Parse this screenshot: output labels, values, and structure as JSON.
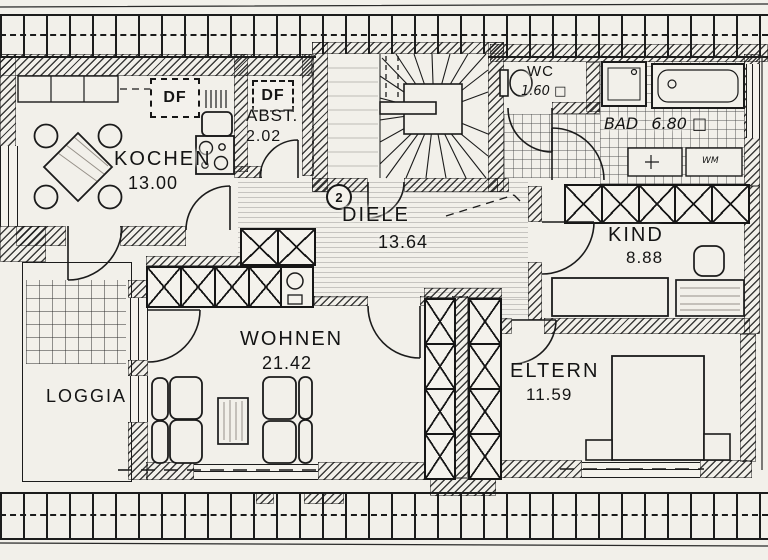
{
  "palette": {
    "paper": "#f2f0ea",
    "ink": "#1b1b1b"
  },
  "rooms": {
    "kochen": {
      "name": "KOCHEN",
      "area": "13.00"
    },
    "abst": {
      "name": "ABST.",
      "area": "2.02"
    },
    "wc": {
      "name": "WC",
      "area": "1.60 □"
    },
    "bad": {
      "name": "BAD",
      "area": "6.80 □"
    },
    "diele": {
      "name": "DIELE",
      "area": "13.64"
    },
    "kind": {
      "name": "KIND",
      "area": "8.88"
    },
    "wohnen": {
      "name": "WOHNEN",
      "area": "21.42"
    },
    "eltern": {
      "name": "ELTERN",
      "area": "11.59"
    },
    "loggia": {
      "name": "LOGGIA"
    }
  },
  "annotations": {
    "roof_window": "DF",
    "washing_machine": "WM",
    "unit_number": "2"
  }
}
